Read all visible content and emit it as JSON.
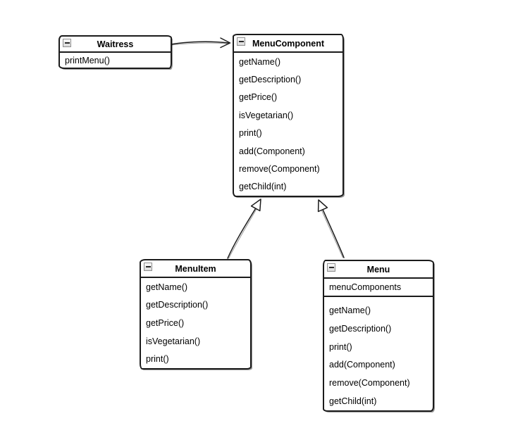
{
  "diagram": {
    "background": "#ffffff",
    "colors": {
      "stroke": "#1b1b1b",
      "box_fill": "#ffffff",
      "text": "#000000",
      "collapse_border": "#8f8f8f",
      "collapse_fill": "#e6e6e6"
    },
    "icons": {
      "collapse": "minus-square-icon"
    },
    "classes": [
      {
        "title": "Waitress",
        "attributes": [],
        "methods": [
          "printMenu()"
        ]
      },
      {
        "title": "MenuComponent",
        "attributes": [],
        "methods": [
          "getName()",
          "getDescription()",
          "getPrice()",
          "isVegetarian()",
          "print()",
          "add(Component)",
          "remove(Component)",
          "getChild(int)"
        ]
      },
      {
        "title": "MenuItem",
        "attributes": [],
        "methods": [
          "getName()",
          "getDescription()",
          "getPrice()",
          "isVegetarian()",
          "print()"
        ]
      },
      {
        "title": "Menu",
        "attributes": [
          "menuComponents"
        ],
        "methods": [
          "getName()",
          "getDescription()",
          "print()",
          "add(Component)",
          "remove(Component)",
          "getChild(int)"
        ]
      }
    ],
    "relationships": [
      {
        "type": "association",
        "from": "Waitress",
        "to": "MenuComponent",
        "arrow": "open"
      },
      {
        "type": "generalization",
        "from": "MenuItem",
        "to": "MenuComponent",
        "arrow": "hollow-triangle"
      },
      {
        "type": "generalization",
        "from": "Menu",
        "to": "MenuComponent",
        "arrow": "hollow-triangle"
      }
    ]
  }
}
